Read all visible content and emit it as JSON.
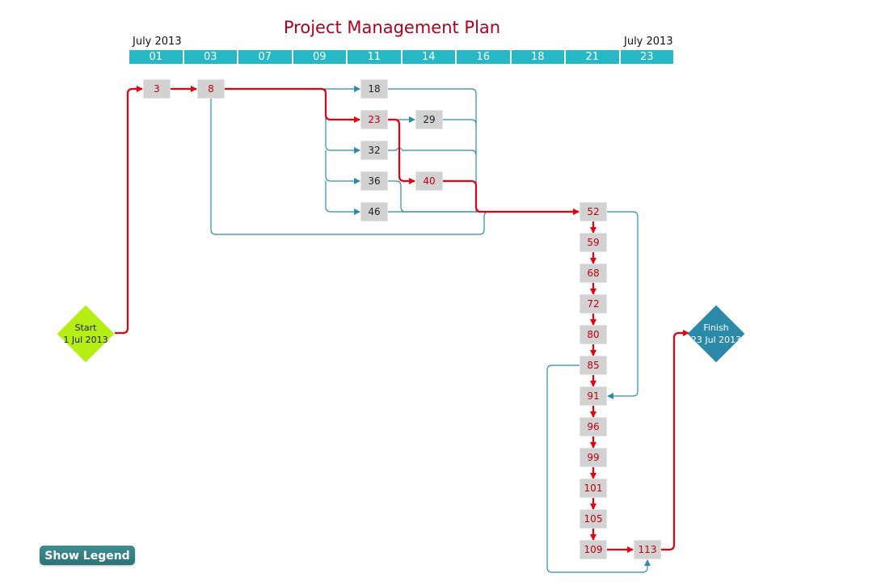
{
  "title": "Project Management Plan",
  "timeline": {
    "start_label": "July 2013",
    "end_label": "July 2013",
    "days": [
      "01",
      "03",
      "07",
      "09",
      "11",
      "14",
      "16",
      "18",
      "21",
      "23"
    ]
  },
  "colors": {
    "critical": "#e8000e",
    "normal_link": "#2a8ca8",
    "start": "#b4ee14",
    "finish": "#2a8aa8",
    "timeline": "#26b8c4"
  },
  "start": {
    "label": "Start",
    "date": "1 Jul 2013"
  },
  "finish": {
    "label": "Finish",
    "date": "23 Jul 2013"
  },
  "tasks": [
    {
      "id": "3",
      "critical": true
    },
    {
      "id": "8",
      "critical": true
    },
    {
      "id": "18",
      "critical": false
    },
    {
      "id": "23",
      "critical": true
    },
    {
      "id": "29",
      "critical": false
    },
    {
      "id": "32",
      "critical": false
    },
    {
      "id": "36",
      "critical": false
    },
    {
      "id": "40",
      "critical": true
    },
    {
      "id": "46",
      "critical": false
    },
    {
      "id": "52",
      "critical": true
    },
    {
      "id": "59",
      "critical": true
    },
    {
      "id": "68",
      "critical": true
    },
    {
      "id": "72",
      "critical": true
    },
    {
      "id": "80",
      "critical": true
    },
    {
      "id": "85",
      "critical": true
    },
    {
      "id": "91",
      "critical": true
    },
    {
      "id": "96",
      "critical": true
    },
    {
      "id": "99",
      "critical": true
    },
    {
      "id": "101",
      "critical": true
    },
    {
      "id": "105",
      "critical": true
    },
    {
      "id": "109",
      "critical": true
    },
    {
      "id": "113",
      "critical": true
    }
  ],
  "links": [
    {
      "from": "start",
      "to": "3",
      "critical": true
    },
    {
      "from": "3",
      "to": "8",
      "critical": true
    },
    {
      "from": "8",
      "to": "18",
      "critical": false
    },
    {
      "from": "8",
      "to": "23",
      "critical": true
    },
    {
      "from": "8",
      "to": "32",
      "critical": false
    },
    {
      "from": "8",
      "to": "36",
      "critical": false
    },
    {
      "from": "8",
      "to": "46",
      "critical": false
    },
    {
      "from": "8",
      "to": "52",
      "critical": false
    },
    {
      "from": "23",
      "to": "29",
      "critical": false
    },
    {
      "from": "23",
      "to": "40",
      "critical": true
    },
    {
      "from": "18",
      "to": "52",
      "critical": false
    },
    {
      "from": "29",
      "to": "52",
      "critical": false
    },
    {
      "from": "32",
      "to": "52",
      "critical": false
    },
    {
      "from": "36",
      "to": "52",
      "critical": false
    },
    {
      "from": "46",
      "to": "52",
      "critical": false
    },
    {
      "from": "40",
      "to": "52",
      "critical": true
    },
    {
      "from": "52",
      "to": "59",
      "critical": true
    },
    {
      "from": "52",
      "to": "91",
      "critical": false
    },
    {
      "from": "59",
      "to": "68",
      "critical": true
    },
    {
      "from": "68",
      "to": "72",
      "critical": true
    },
    {
      "from": "72",
      "to": "80",
      "critical": true
    },
    {
      "from": "80",
      "to": "85",
      "critical": true
    },
    {
      "from": "85",
      "to": "91",
      "critical": true
    },
    {
      "from": "85",
      "to": "113",
      "critical": false
    },
    {
      "from": "91",
      "to": "96",
      "critical": true
    },
    {
      "from": "96",
      "to": "99",
      "critical": true
    },
    {
      "from": "99",
      "to": "101",
      "critical": true
    },
    {
      "from": "101",
      "to": "105",
      "critical": true
    },
    {
      "from": "105",
      "to": "109",
      "critical": true
    },
    {
      "from": "109",
      "to": "113",
      "critical": true
    },
    {
      "from": "113",
      "to": "finish",
      "critical": true
    }
  ],
  "legend_button": "Show Legend"
}
